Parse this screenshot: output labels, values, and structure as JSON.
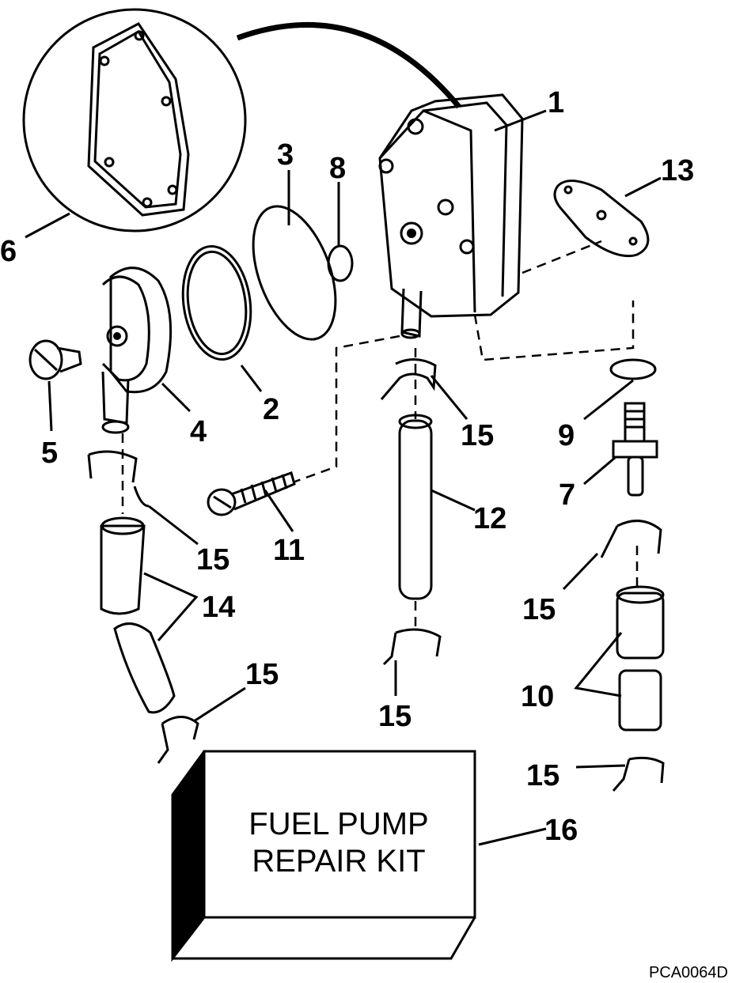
{
  "colors": {
    "ink": "#000000",
    "paper": "#ffffff"
  },
  "callouts": {
    "c1": "1",
    "c2": "2",
    "c3": "3",
    "c4": "4",
    "c5": "5",
    "c6": "6",
    "c7": "7",
    "c8": "8",
    "c9": "9",
    "c10": "10",
    "c11": "11",
    "c12": "12",
    "c13": "13",
    "c14": "14",
    "c15a": "15",
    "c15b": "15",
    "c15c": "15",
    "c15d": "15",
    "c15e": "15",
    "c15f": "15",
    "c16": "16"
  },
  "kit_box": {
    "line1": "FUEL PUMP",
    "line2": "REPAIR KIT"
  },
  "part_code": "PCA0064D"
}
